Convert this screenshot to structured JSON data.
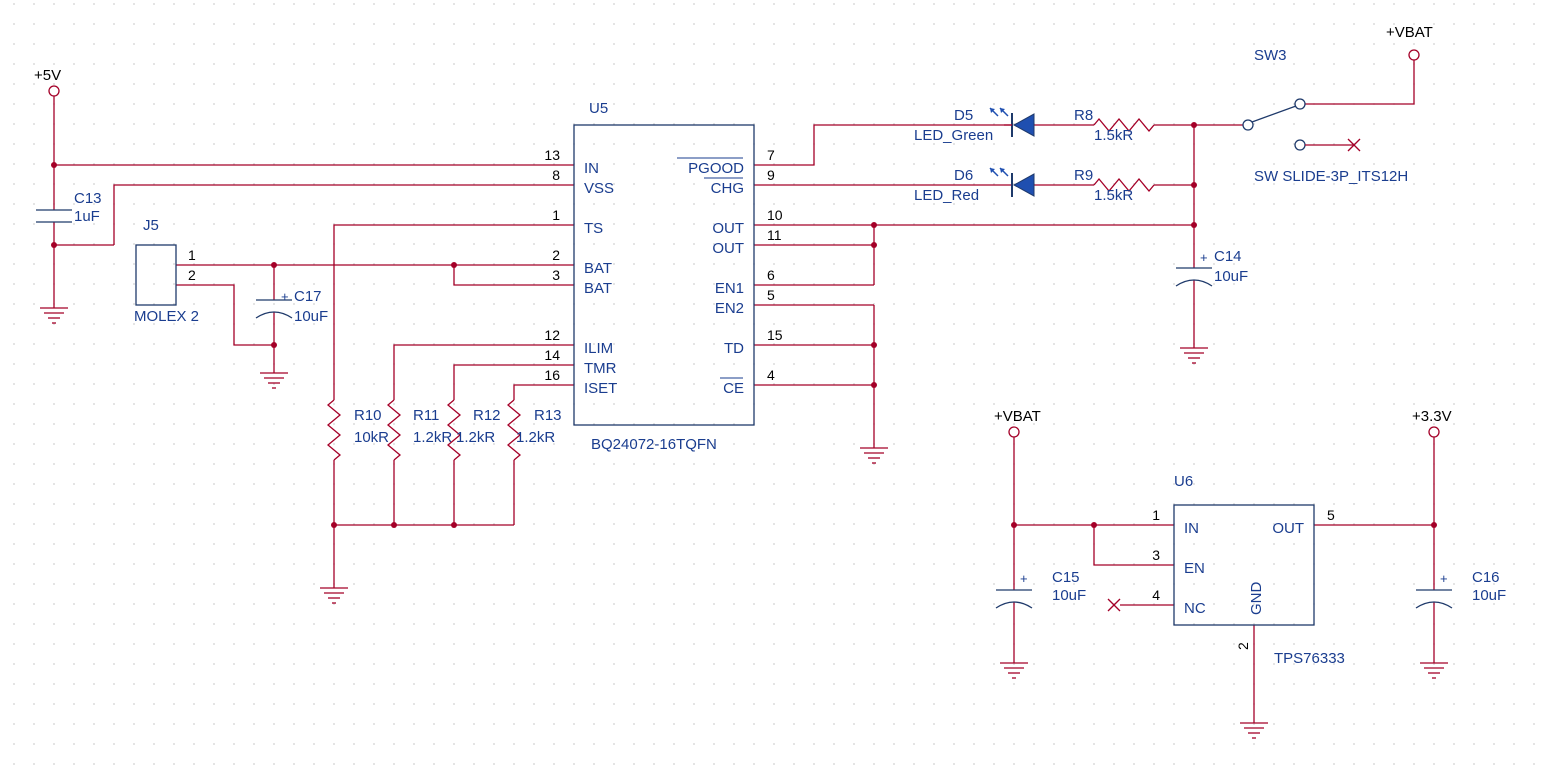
{
  "colors": {
    "wire": "#a40028",
    "body": "#1f3a6b",
    "text": "#1a3d8f",
    "pin": "#000000",
    "grid": "#d0d0d0"
  },
  "nets": {
    "plus5v": "+5V",
    "vbat_top": "+VBAT",
    "vbat_u6": "+VBAT",
    "plus3v3": "+3.3V"
  },
  "u5": {
    "ref": "U5",
    "value": "BQ24072-16TQFN",
    "pins_left": [
      {
        "num": "13",
        "name": "IN"
      },
      {
        "num": "8",
        "name": "VSS"
      },
      {
        "num": "1",
        "name": "TS"
      },
      {
        "num": "2",
        "name": "BAT"
      },
      {
        "num": "3",
        "name": "BAT"
      },
      {
        "num": "12",
        "name": "ILIM"
      },
      {
        "num": "14",
        "name": "TMR"
      },
      {
        "num": "16",
        "name": "ISET"
      }
    ],
    "pins_right": [
      {
        "num": "7",
        "name": "PGOOD"
      },
      {
        "num": "9",
        "name": "CHG"
      },
      {
        "num": "10",
        "name": "OUT"
      },
      {
        "num": "11",
        "name": "OUT"
      },
      {
        "num": "6",
        "name": "EN1"
      },
      {
        "num": "5",
        "name": "EN2"
      },
      {
        "num": "15",
        "name": "TD"
      },
      {
        "num": "4",
        "name": "CE"
      }
    ]
  },
  "u6": {
    "ref": "U6",
    "value": "TPS76333",
    "pins": [
      {
        "num": "1",
        "name": "IN"
      },
      {
        "num": "3",
        "name": "EN"
      },
      {
        "num": "4",
        "name": "NC"
      },
      {
        "num": "5",
        "name": "OUT"
      },
      {
        "num": "2",
        "name": "GND"
      }
    ]
  },
  "j5": {
    "ref": "J5",
    "value": "MOLEX 2",
    "pin1": "1",
    "pin2": "2"
  },
  "capacitors": {
    "c13": {
      "ref": "C13",
      "value": "1uF"
    },
    "c17": {
      "ref": "C17",
      "value": "10uF"
    },
    "c14": {
      "ref": "C14",
      "value": "10uF"
    },
    "c15": {
      "ref": "C15",
      "value": "10uF"
    },
    "c16": {
      "ref": "C16",
      "value": "10uF"
    },
    "plus": "+"
  },
  "resistors": {
    "r8": {
      "ref": "R8",
      "value": "1.5kR"
    },
    "r9": {
      "ref": "R9",
      "value": "1.5kR"
    },
    "r10": {
      "ref": "R10",
      "value": "10kR"
    },
    "r11": {
      "ref": "R11",
      "value": "1.2kR"
    },
    "r12": {
      "ref": "R12",
      "value": "1.2kR"
    },
    "r13": {
      "ref": "R13",
      "value": "1.2kR"
    }
  },
  "leds": {
    "d5": {
      "ref": "D5",
      "value": "LED_Green"
    },
    "d6": {
      "ref": "D6",
      "value": "LED_Red"
    }
  },
  "sw3": {
    "ref": "SW3",
    "value": "SW SLIDE-3P_ITS12H"
  }
}
